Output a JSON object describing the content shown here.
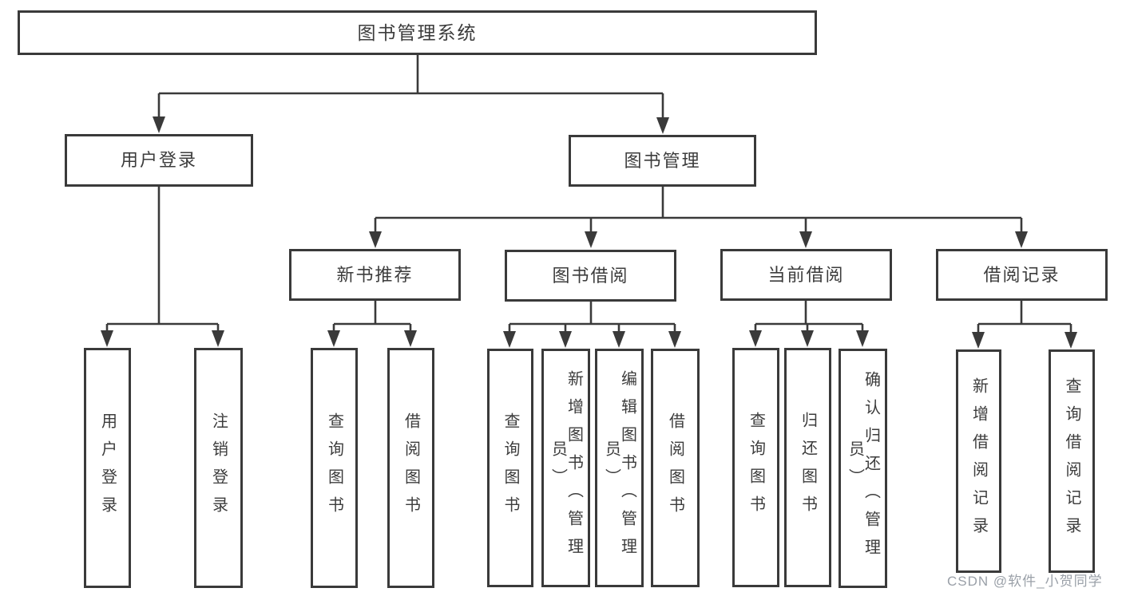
{
  "diagram": {
    "title_node": "图书管理系统",
    "root": {
      "label": "图书管理系统"
    },
    "branches": [
      {
        "label": "用户登录",
        "children": [
          {
            "label": "用户登录"
          },
          {
            "label": "注销登录"
          }
        ]
      },
      {
        "label": "图书管理",
        "children": [
          {
            "label": "新书推荐",
            "children": [
              {
                "label": "查询图书"
              },
              {
                "label": "借阅图书"
              }
            ]
          },
          {
            "label": "图书借阅",
            "children": [
              {
                "label": "查询图书"
              },
              {
                "label": "新增图书（管理员）"
              },
              {
                "label": "编辑图书（管理员）"
              },
              {
                "label": "借阅图书"
              }
            ]
          },
          {
            "label": "当前借阅",
            "children": [
              {
                "label": "查询图书"
              },
              {
                "label": "归还图书"
              },
              {
                "label": "确认归还（管理员）"
              }
            ]
          },
          {
            "label": "借阅记录",
            "children": [
              {
                "label": "新增借阅记录"
              },
              {
                "label": "查询借阅记录"
              }
            ]
          }
        ]
      }
    ]
  },
  "watermark": {
    "text": "CSDN @软件_小贺同学"
  },
  "colors": {
    "line": "#3a3a3a",
    "box_border": "#3a3a3a",
    "text": "#3c3c3c",
    "watermark": "#9aa0a8",
    "background": "#ffffff"
  }
}
